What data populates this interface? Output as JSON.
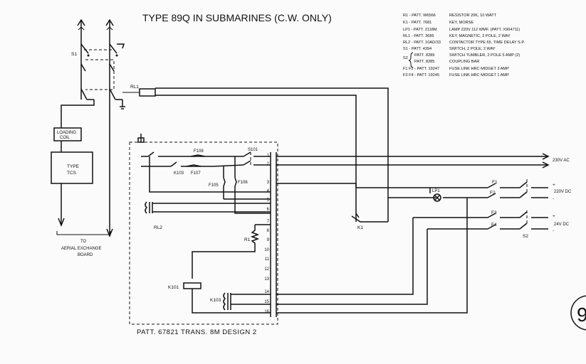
{
  "title": "TYPE 89Q IN SUBMARINES (C.W. ONLY)",
  "footer": "PATT. 67821 TRANS. 8M DESIGN 2",
  "legend": [
    {
      "ref": "R1 - PATT. W6566",
      "desc": "RESISTOR 20K, 10 WATT"
    },
    {
      "ref": "K1 - PATT. 7681",
      "desc": "KEY, MORSE"
    },
    {
      "ref": "LP1 - PATT. 2118M",
      "desc": "LAMP 220V 112 WMF. (PATT. X964711)"
    },
    {
      "ref": "RL1 - PATT. 3685",
      "desc": "KEY, MAGNETIC, 2 POLE, 2 WAY"
    },
    {
      "ref": "RL2 - PATT. 10AD/33",
      "desc": "CONTACTOR TYPE 65, TIME DELAY S.P."
    },
    {
      "ref": "S1 - PATT. 4394",
      "desc": "SWITCH, 2 POLE, 2 WAY"
    },
    {
      "ref": "PATT. 8289",
      "desc": "SWITCH TUMBLER, 2 POLE 5 AMP (2)"
    },
    {
      "ref": "PATT. 8285",
      "desc": "COUPLING BAR"
    },
    {
      "ref": "F1 F2 - PATT. 19247",
      "desc": "FUSE LINK HRC MIDGET 3 AMP"
    },
    {
      "ref": "F3 F4 - PATT. 19245",
      "desc": "FUSE LINK HRC MIDGET 1 AMP"
    }
  ],
  "s2_group_label": "S2",
  "labels": {
    "s1": "S1",
    "rl1": "RL1",
    "loading_coil_1": "LOADING",
    "loading_coil_2": "COIL",
    "type_1": "TYPE",
    "type_2": "TCS",
    "to": "TO",
    "aerial_1": "AERIAL EXCHANGE",
    "aerial_2": "BOARD",
    "f108": "F108",
    "s101": "S101",
    "k103_top": "K103",
    "f107": "F107",
    "f105": "F105",
    "f106": "F106",
    "rl2": "RL2",
    "r1": "R1",
    "k101": "K101",
    "k103": "K103",
    "k1": "K1",
    "lp1": "LP1",
    "f1": "F1",
    "f2": "F2",
    "f3": "F3",
    "f4": "F4",
    "s2": "S2",
    "v230ac": "230V AC",
    "v220dc": "220V DC",
    "v24dc": "24V DC",
    "plus1": "+",
    "minus1": "-",
    "plus2": "+",
    "minus2": "-",
    "page_mark": "9"
  },
  "terminals": [
    "1",
    "2",
    "3",
    "4",
    "5",
    "6",
    "7",
    "8",
    "9",
    "10",
    "11",
    "12",
    "13",
    "14",
    "15",
    "16"
  ]
}
